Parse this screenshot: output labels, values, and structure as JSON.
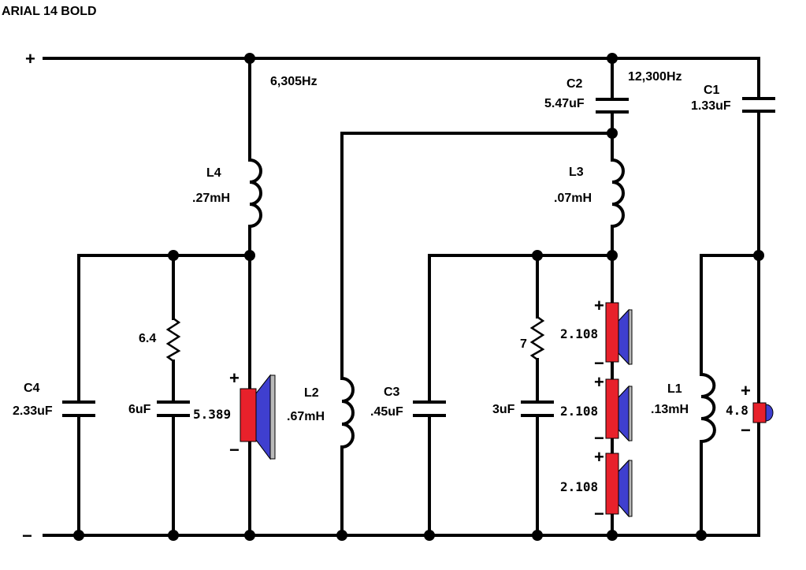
{
  "header": {
    "title": "ARIAL 14 BOLD"
  },
  "rails": {
    "positive": "+",
    "negative": "−"
  },
  "frequencies": {
    "low": "6,305Hz",
    "high": "12,300Hz"
  },
  "components": {
    "C1": {
      "name": "C1",
      "value": "1.33uF"
    },
    "C2": {
      "name": "C2",
      "value": "5.47uF"
    },
    "C3": {
      "name": "C3",
      "value": ".45uF"
    },
    "C4": {
      "name": "C4",
      "value": "2.33uF"
    },
    "L1": {
      "name": "L1",
      "value": ".13mH"
    },
    "L2": {
      "name": "L2",
      "value": ".67mH"
    },
    "L3": {
      "name": "L3",
      "value": ".07mH"
    },
    "L4": {
      "name": "L4",
      "value": ".27mH"
    },
    "R_low": {
      "value": "6.4"
    },
    "C_low": {
      "value": "6uF"
    },
    "R_mid": {
      "value": "7"
    },
    "C_mid": {
      "value": "3uF"
    }
  },
  "speakers": {
    "woofer": {
      "value": "5.389",
      "plus": "+",
      "minus": "−"
    },
    "mid1": {
      "value": "2.108",
      "plus": "+",
      "minus": "−"
    },
    "mid2": {
      "value": "2.108",
      "plus": "+",
      "minus": "−"
    },
    "mid3": {
      "value": "2.108",
      "plus": "+",
      "minus": "−"
    },
    "tweeter": {
      "value": "4.8",
      "plus": "+",
      "minus": "−"
    }
  },
  "colors": {
    "magnet": "#e8212b",
    "cone": "#3f3fcf",
    "frame": "#b9b9b9",
    "wire": "#000000"
  }
}
